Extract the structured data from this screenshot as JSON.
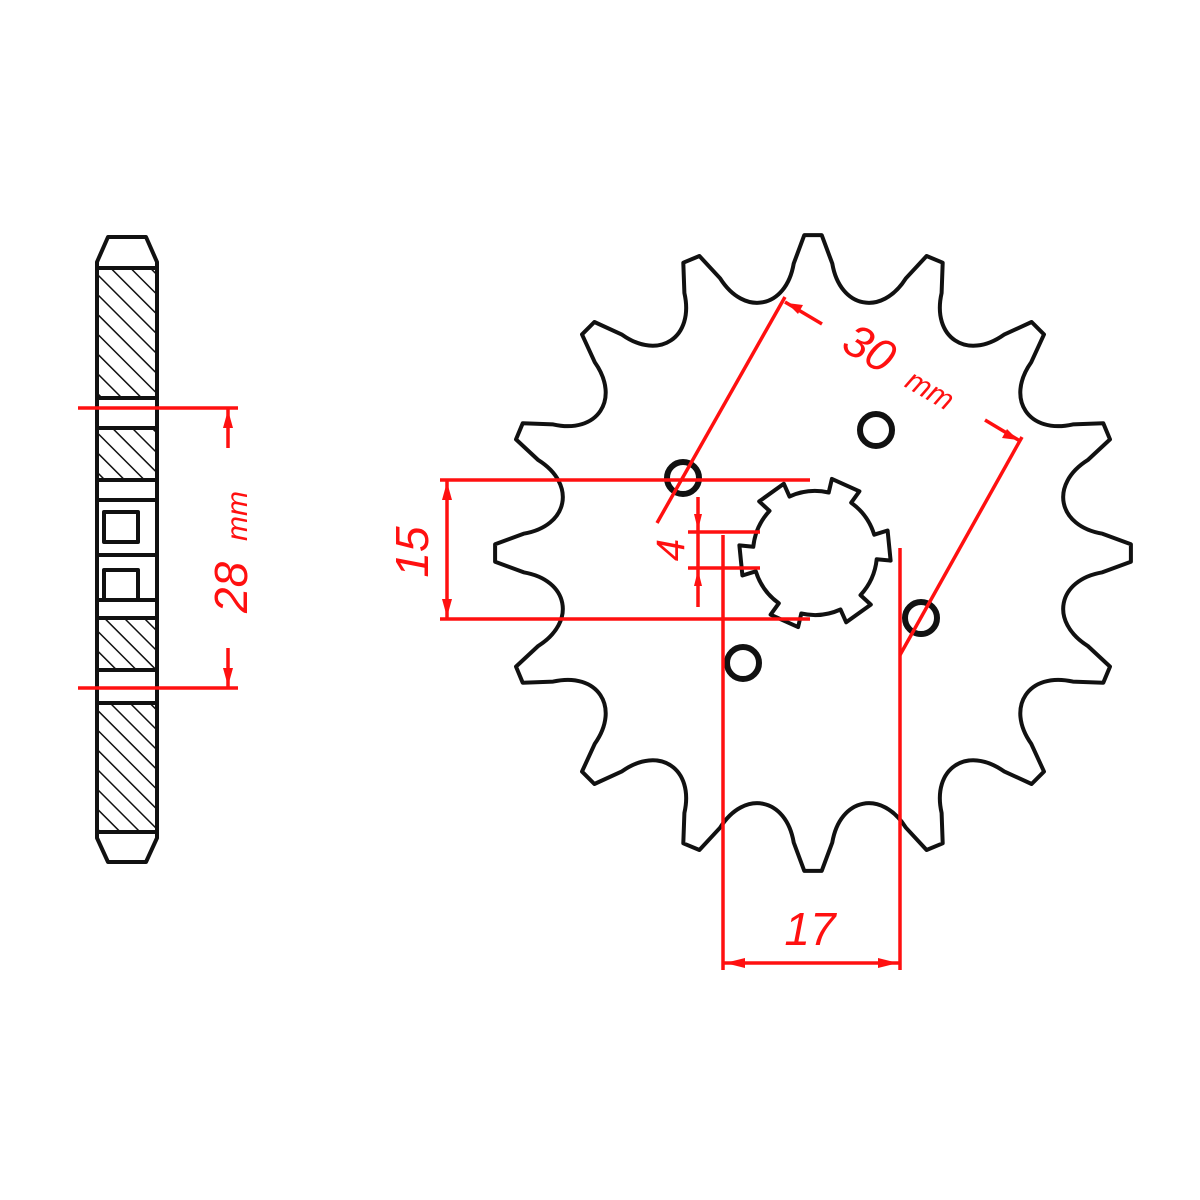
{
  "diagram": {
    "title": "Front sprocket technical drawing",
    "colors": {
      "outline": "#111111",
      "dimension": "#ff1010",
      "background": "#ffffff"
    },
    "sprocket": {
      "teeth": 16,
      "bolt_holes": 4,
      "spline_teeth": 6
    },
    "dimensions": {
      "thickness_offset": {
        "value": "28",
        "unit": "mm",
        "label": "28 mm"
      },
      "bolt_circle": {
        "value": "30",
        "unit": "mm",
        "label": "30 mm"
      },
      "spline_inner": {
        "value": "15",
        "label": "15"
      },
      "spline_outer": {
        "value": "17",
        "label": "17"
      },
      "spline_width": {
        "value": "4",
        "label": "4"
      }
    },
    "labels": {
      "dim_28": "28",
      "dim_28_unit": "mm",
      "dim_30": "30",
      "dim_30_unit": "mm",
      "dim_15": "15",
      "dim_17": "17",
      "dim_4": "4"
    }
  }
}
